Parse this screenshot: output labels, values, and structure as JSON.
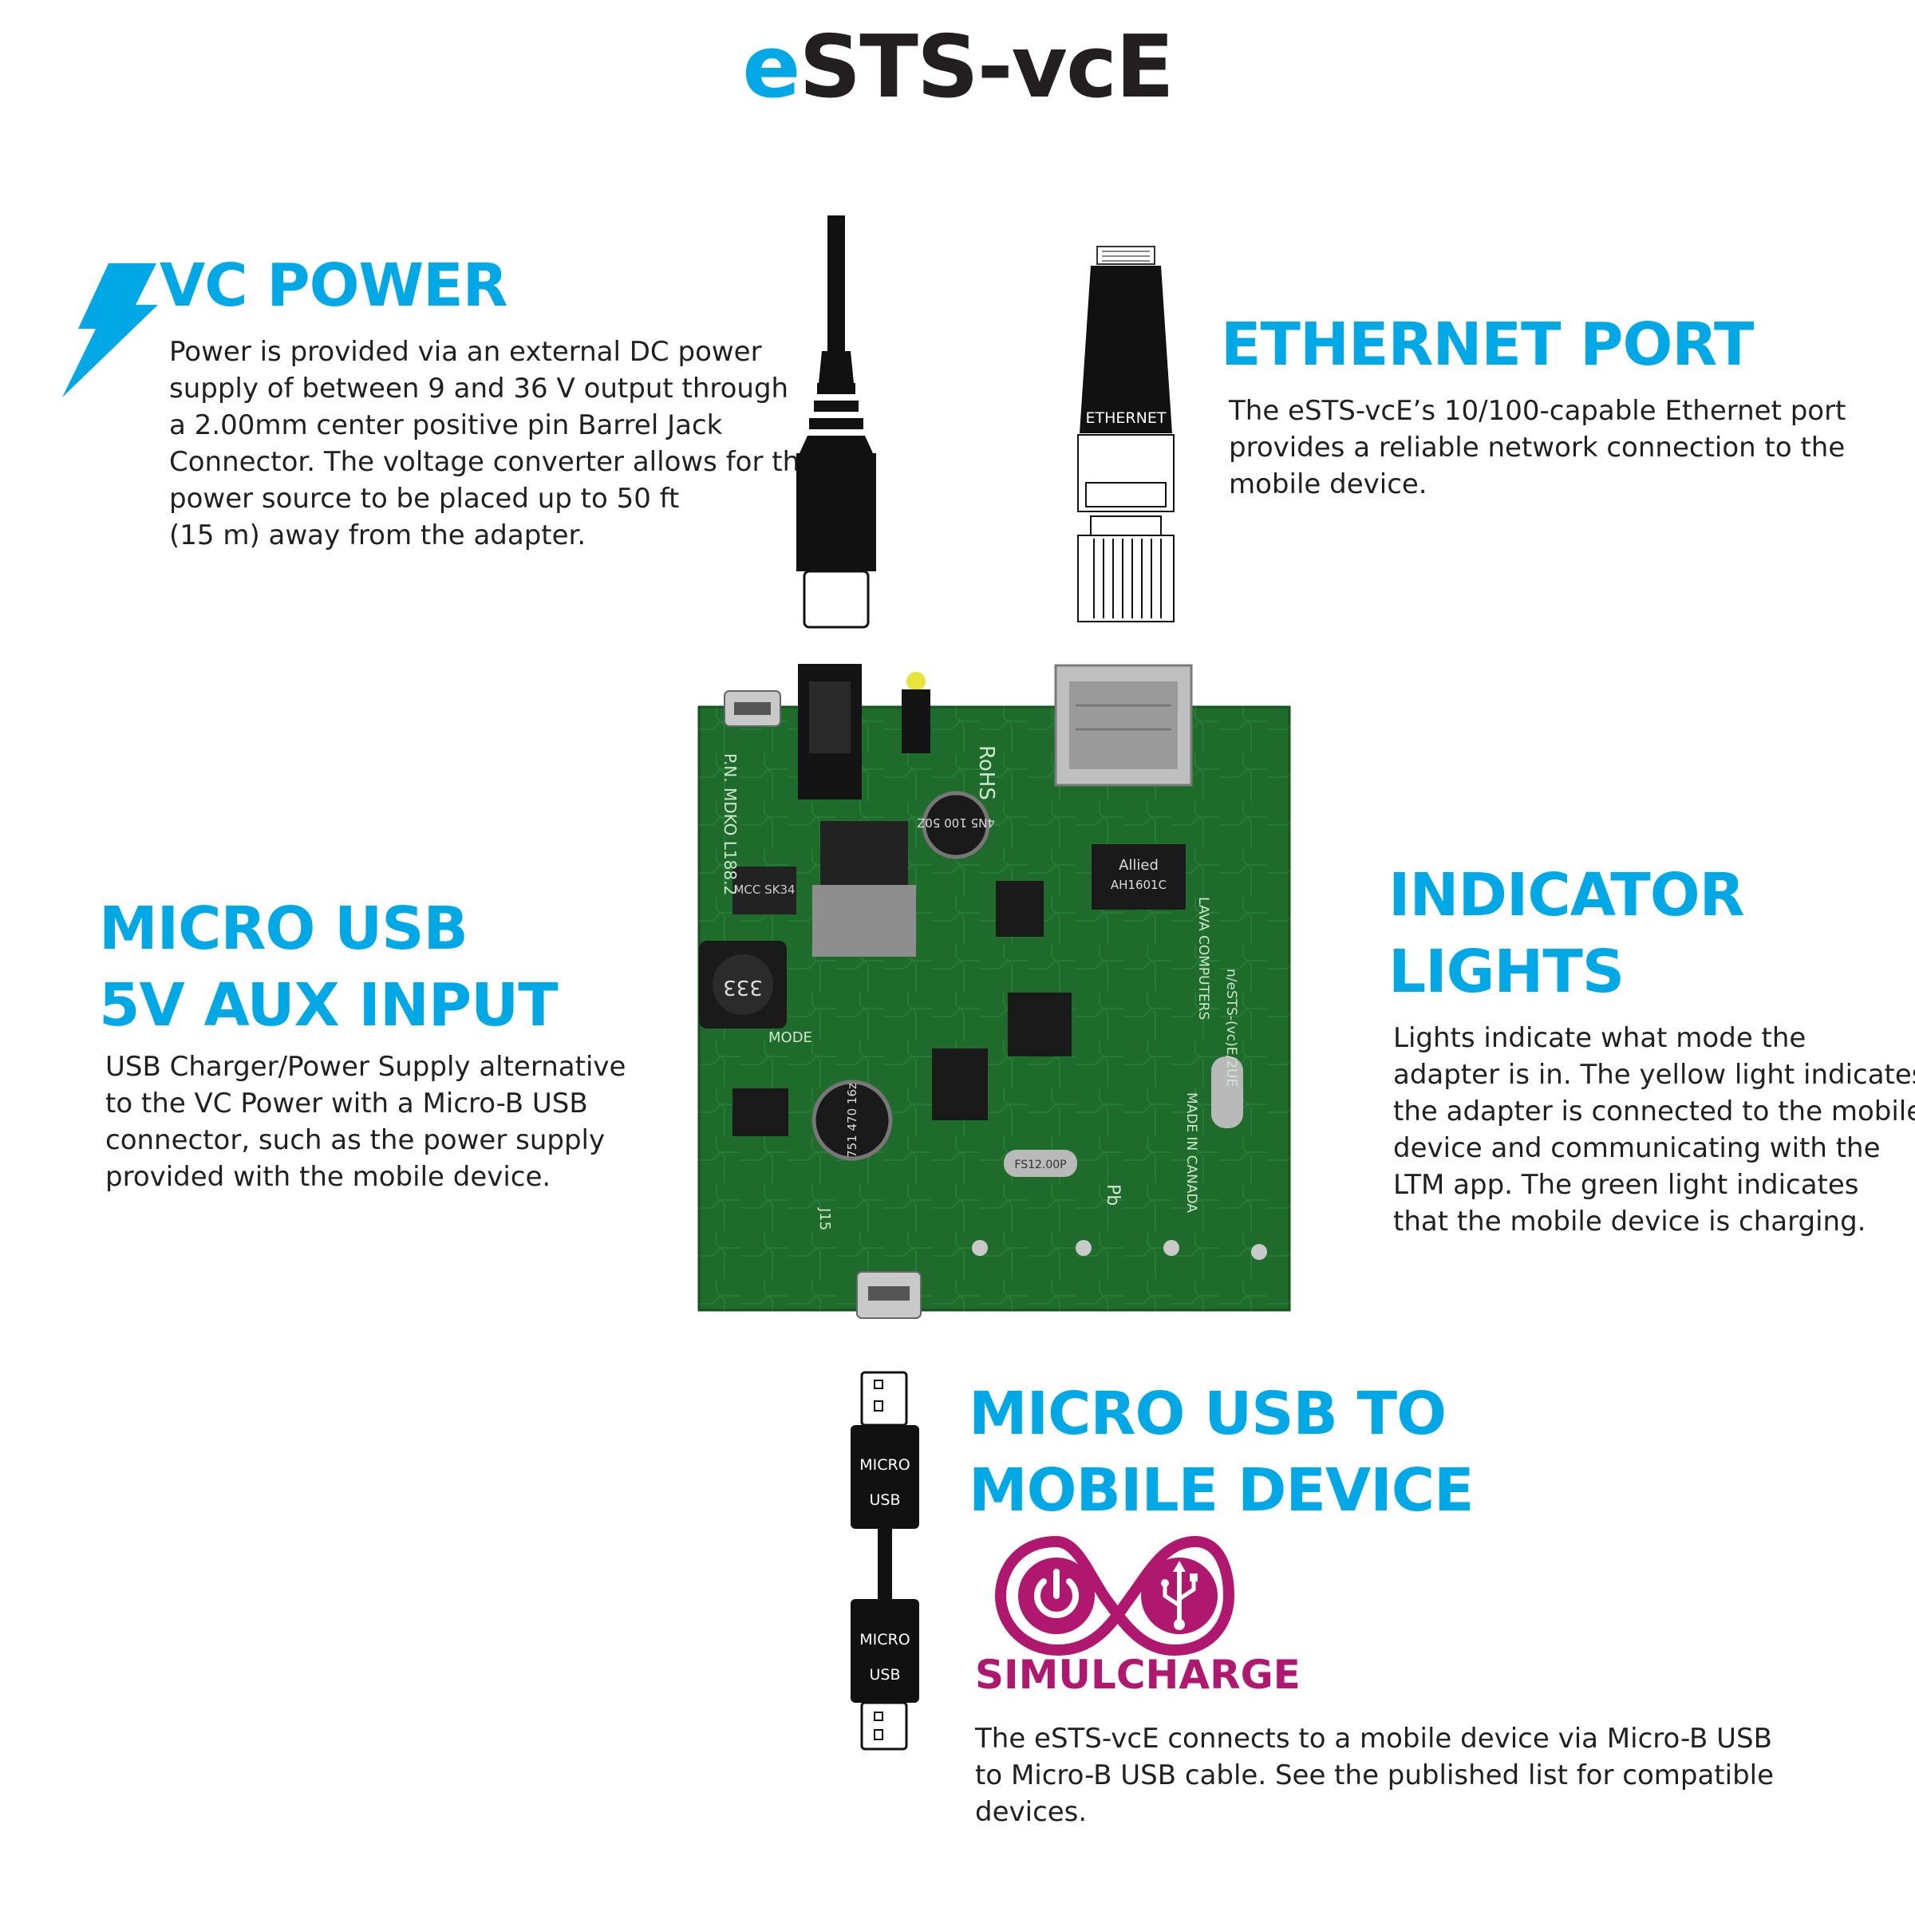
{
  "title": {
    "prefix": "e",
    "rest": "STS-vcE"
  },
  "vc_power": {
    "heading": "VC POWER",
    "lines": [
      "Power is provided via an external DC power",
      "supply of between 9 and 36 V output through",
      "a 2.00mm center positive pin Barrel Jack",
      "Connector. The voltage converter allows for the",
      "power source to be placed up to 50 ft",
      "(15 m) away from the adapter."
    ]
  },
  "ethernet_port": {
    "heading": "ETHERNET PORT",
    "connector_label": "ETHERNET",
    "lines": [
      "The eSTS-vcE’s 10/100-capable Ethernet port",
      "provides a reliable network connection to the",
      "mobile device."
    ]
  },
  "micro_usb_aux": {
    "heading_lines": [
      "MICRO USB",
      "5V AUX INPUT"
    ],
    "lines": [
      "USB Charger/Power Supply alternative",
      "to the VC Power with a Micro-B USB",
      "connector, such as the power supply",
      "provided with the mobile device."
    ]
  },
  "indicator_lights": {
    "heading_lines": [
      "INDICATOR",
      "LIGHTS"
    ],
    "lines": [
      "Lights indicate what mode the",
      "adapter is in. The yellow light indicates",
      "the adapter is connected to the mobile",
      "device and communicating with the",
      "LTM app. The green light indicates",
      "that the mobile device is charging."
    ]
  },
  "micro_usb_mobile": {
    "heading_lines": [
      "MICRO USB TO",
      "MOBILE DEVICE"
    ],
    "connector_label_top": [
      "MICRO",
      "USB"
    ],
    "connector_label_bottom": [
      "MICRO",
      "USB"
    ],
    "simulcharge_label": "SIMULCHARGE",
    "lines": [
      "The eSTS-vcE connects to a mobile device via Micro-B USB",
      "to Micro-B USB cable. See the published list for compatible",
      "devices."
    ]
  },
  "board_markings": {
    "pn": "P.N. MDKO L188.2",
    "rohs": "RoHS",
    "mode": "MODE",
    "j15": "J15",
    "pb": "Pb",
    "made_in": "MADE IN CANADA",
    "lava": "LAVA COMPUTERS",
    "model": "n/eSTS-(vc)E/2UE",
    "allied": "Allied",
    "allied_part": "AH1601C",
    "coil": "333",
    "cap1": "4N5 100 50Z",
    "cap2": "751 470 16z",
    "crystal": "FS12.00P",
    "diode": "MCC SK34"
  },
  "colors": {
    "accent": "#00a8e6",
    "simulcharge": "#b0186f",
    "text": "#231f20",
    "pcb": "#1f6b2c"
  },
  "icons": [
    "lightning-bolt-icon",
    "power-symbol-icon",
    "usb-symbol-icon"
  ]
}
